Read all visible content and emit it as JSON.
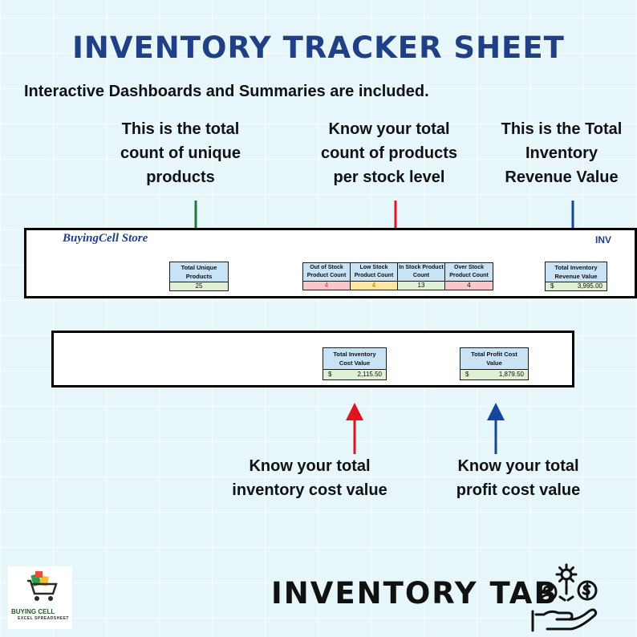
{
  "header": {
    "title": "INVENTORY TRACKER SHEET",
    "subtitle": "Interactive Dashboards and Summaries are included."
  },
  "callouts": {
    "unique": [
      "This is the total",
      "count of unique",
      "products"
    ],
    "stock_level": [
      "Know your total",
      "count of products",
      "per stock level"
    ],
    "revenue": [
      "This is the Total",
      "Inventory",
      "Revenue Value"
    ],
    "cost": [
      "Know your total",
      "inventory cost value"
    ],
    "profit": [
      "Know your total",
      "profit cost value"
    ]
  },
  "panel1": {
    "store_name": "BuyingCell Store",
    "tab_label_cut": "INV",
    "total_unique": {
      "label_1": "Total Unique",
      "label_2": "Products",
      "value": "25"
    },
    "stock_groups": [
      {
        "label_1": "Out of Stock",
        "label_2": "Product Count",
        "value": "4"
      },
      {
        "label_1": "Low Stock",
        "label_2": "Product Count",
        "value": "4"
      },
      {
        "label_1": "In Stock Product",
        "label_2": "Count",
        "value": "13"
      },
      {
        "label_1": "Over Stock",
        "label_2": "Product Count",
        "value": "4"
      }
    ],
    "revenue": {
      "label_1": "Total Inventory",
      "label_2": "Revenue Value",
      "currency": "$",
      "value": "3,995.00"
    }
  },
  "panel2": {
    "cost": {
      "label_1": "Total Inventory",
      "label_2": "Cost Value",
      "currency": "$",
      "value": "2,115.50"
    },
    "profit": {
      "label_1": "Total Profit Cost",
      "label_2": "Value",
      "currency": "$",
      "value": "1,879.50"
    }
  },
  "footer": {
    "tab_title": "INVENTORY TAB",
    "logo_line1": "BUYING CELL",
    "logo_line2": "EXCEL SPREADSHEET"
  },
  "colors": {
    "title_blue": "#1f3f86",
    "arrow_green": "#1d7a3a",
    "arrow_red": "#e0141e",
    "arrow_blue": "#1446a0",
    "header_fill": "#c7e3f5",
    "value_green": "#dff0d4",
    "value_pink": "#f7c7c9",
    "value_yellow": "#fbe7a1"
  }
}
